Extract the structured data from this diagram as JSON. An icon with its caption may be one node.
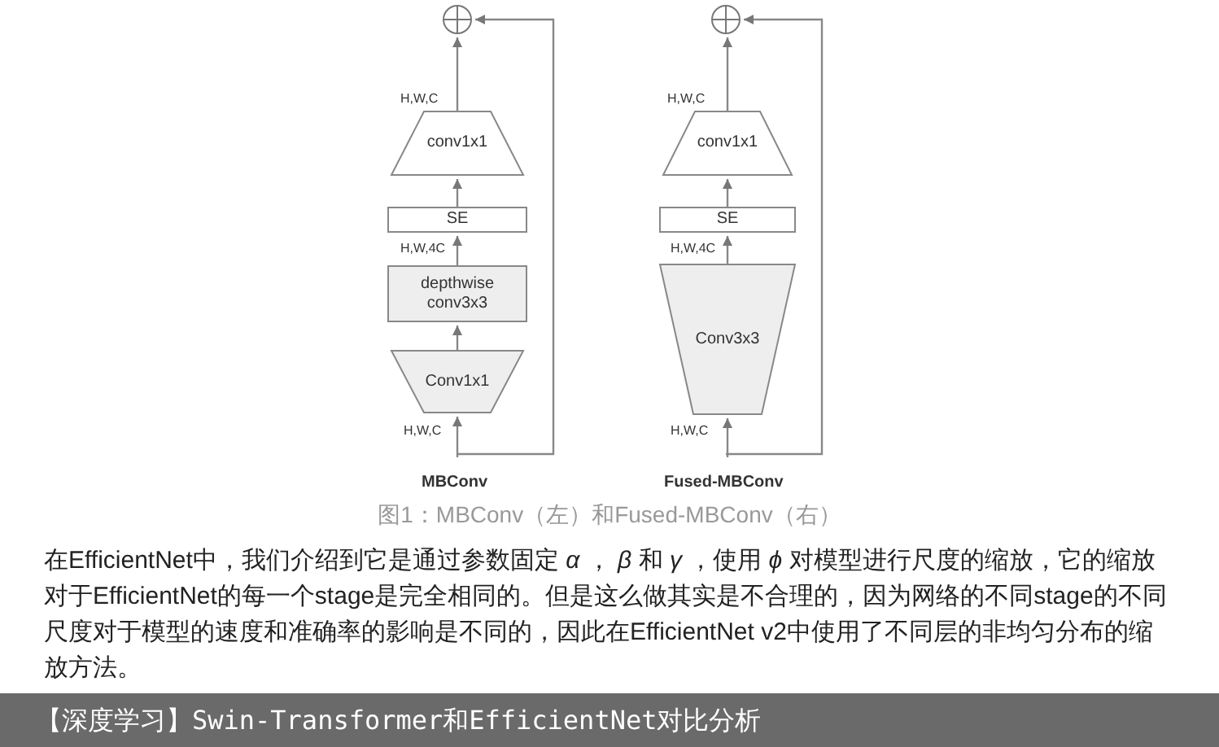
{
  "diagram": {
    "title": "【深度学习】Swin-Transformer和EfficientNet对比分析",
    "caption": "图1：MBConv（左）和Fused-MBConv（右）",
    "nodes": [
      {
        "text": [],
        "shape": "circle"
      },
      {
        "text": [
          "conv1x1"
        ],
        "beside": [
          "H,W,C"
        ]
      },
      {
        "text": [
          "SE"
        ]
      },
      {
        "text": [
          "depthwise conv3x3"
        ]
      },
      {
        "text": [
          "Conv1x1"
        ],
        "beside": [
          "H,W,C"
        ]
      },
      {
        "text": [],
        "shape": "circle"
      },
      {
        "text": [
          "conv1x1"
        ],
        "beside": [
          "H,W,C"
        ]
      },
      {
        "text": [
          "SE"
        ]
      },
      {
        "text": [
          "Conv3x3"
        ],
        "beside": [
          "H,W,C"
        ]
      }
    ],
    "edges": [
      {
        "from": null,
        "to": 4,
        "arrow": "to"
      },
      {
        "from": null,
        "to": 0,
        "arrow": "to"
      },
      {
        "from": 4,
        "to": 3,
        "arrow": "to"
      },
      {
        "from": 3,
        "to": 2,
        "arrow": "to"
      },
      {
        "from": 2,
        "to": 1,
        "arrow": "to"
      },
      {
        "from": 1,
        "to": 0,
        "arrow": "to"
      },
      {
        "from": null,
        "to": 8,
        "arrow": "to"
      },
      {
        "from": null,
        "to": 5,
        "arrow": "to"
      },
      {
        "from": 8,
        "to": 7,
        "arrow": "to"
      },
      {
        "from": 7,
        "to": 6,
        "arrow": "to"
      },
      {
        "from": 6,
        "to": 5,
        "arrow": "to"
      }
    ],
    "labels": [
      "H,W,4C",
      "MBConv",
      "H,W,4C",
      "Fused-MBConv",
      "在EfficientNet中，我们介绍到它是通过参数固定 *α* ， *β* 和 *γ* ，使用 *ϕ* 对模型进行尺度的缩放，它的缩放对于EfficientNet的每一个stage是完全相同的。但是这么做其实是不合理的，因为网络的不同stage的不同尺度对于模型的速度和准确率的影响是不同的，因此在EfficientNet v2中使用了不同层的非均匀分布的缩放方法。"
    ]
  }
}
